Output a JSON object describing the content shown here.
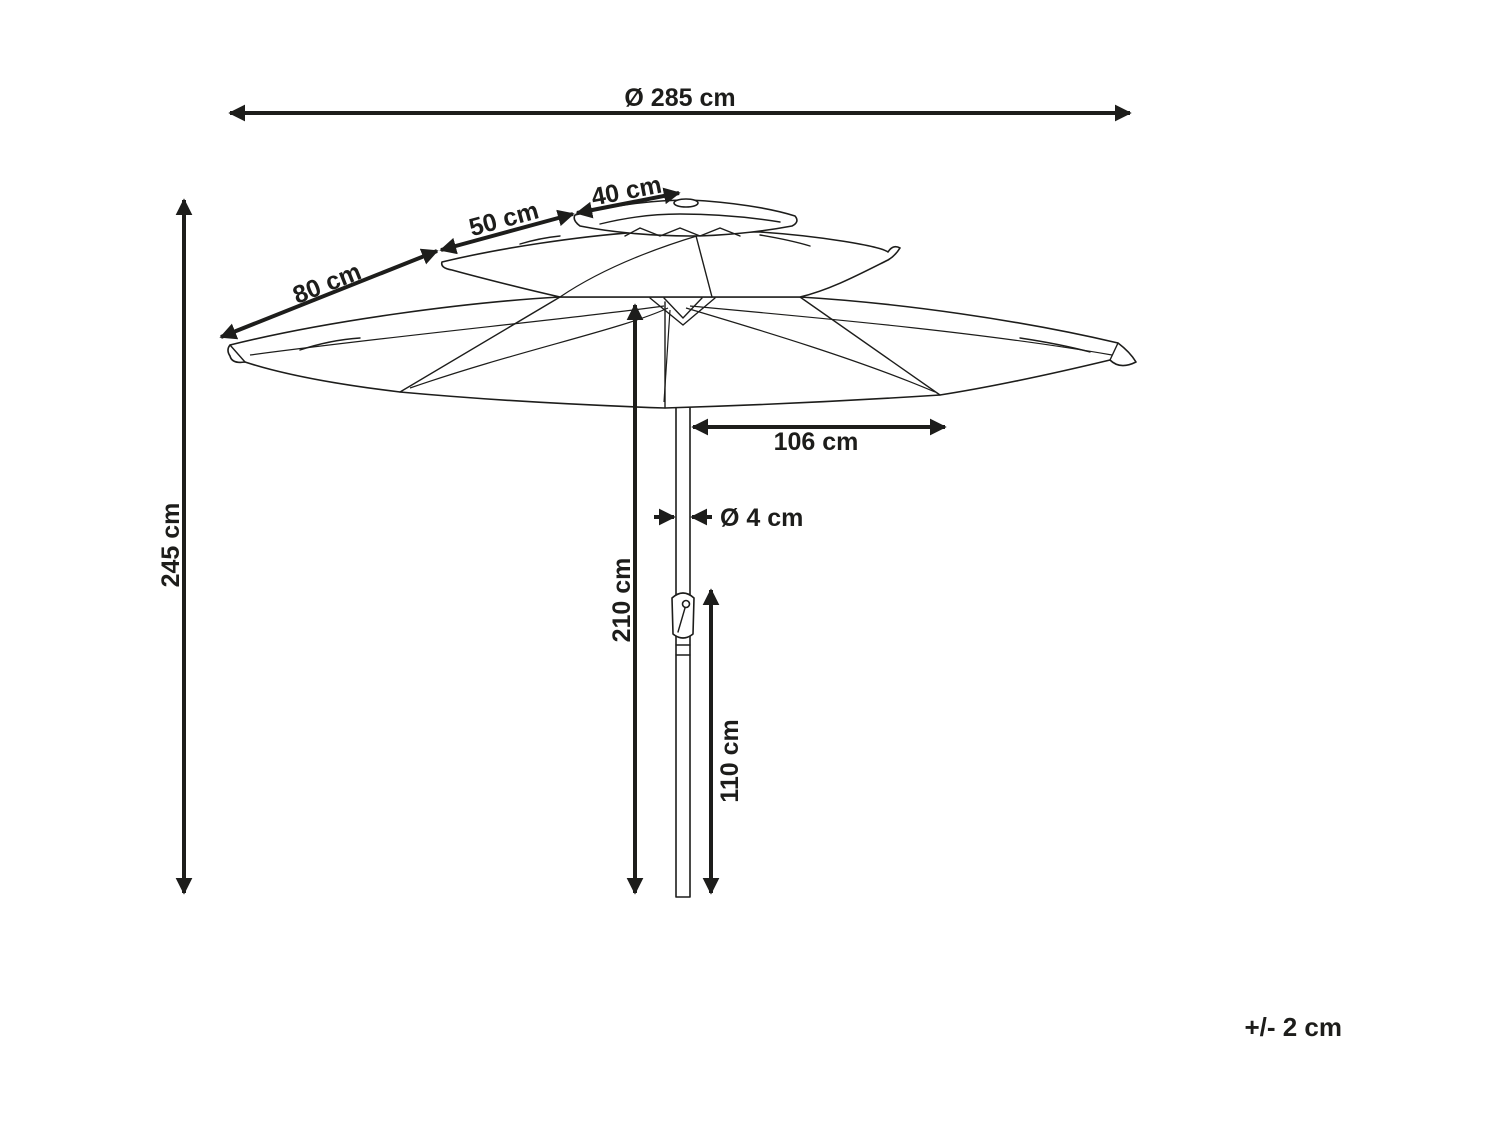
{
  "dimensions": {
    "diameter_total": "Ø 285 cm",
    "height_total": "245 cm",
    "height_to_canopy": "210 cm",
    "crank_height": "110 cm",
    "canopy_inner_radius": "106 cm",
    "pole_diameter": "Ø 4 cm",
    "rib_outer": "80 cm",
    "rib_middle": "50 cm",
    "rib_top": "40 cm"
  },
  "tolerance": "+/- 2 cm",
  "colors": {
    "line": "#1d1d1b",
    "background": "#ffffff"
  }
}
